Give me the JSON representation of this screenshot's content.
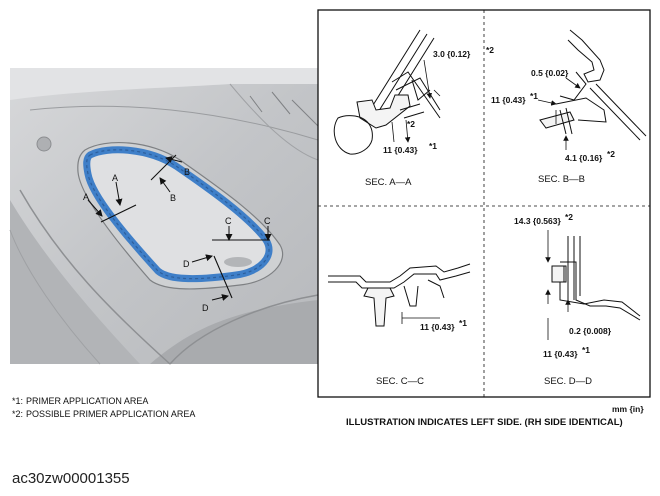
{
  "photo": {
    "labels": {
      "a1": "A",
      "a2": "A",
      "b1": "B",
      "b2": "B",
      "c1": "C",
      "c2": "C",
      "d1": "D",
      "d2": "D"
    }
  },
  "sections": {
    "aa": {
      "title": "SEC. A—A",
      "dim_top": "3.0 {0.12}",
      "dim_top_sup": "*2",
      "dim_mid": "*2",
      "dim_bottom": "11 {0.43}",
      "dim_bottom_sup": "*1"
    },
    "bb": {
      "title": "SEC. B—B",
      "dim_top": "0.5 {0.02}",
      "dim_left": "11 {0.43}",
      "dim_left_sup": "*1",
      "dim_bottom": "4.1 {0.16}",
      "dim_bottom_sup": "*2"
    },
    "cc": {
      "title": "SEC. C—C",
      "dim": "11 {0.43}",
      "dim_sup": "*1"
    },
    "dd": {
      "title": "SEC. D—D",
      "dim_top": "14.3 {0.563}",
      "dim_top_sup": "*2",
      "dim_mid": "0.2 {0.008}",
      "dim_bottom": "11 {0.43}",
      "dim_bottom_sup": "*1"
    }
  },
  "legend": {
    "item1_mark": "*1:",
    "item1_text": "PRIMER APPLICATION AREA",
    "item2_mark": "*2:",
    "item2_text": "POSSIBLE PRIMER APPLICATION AREA"
  },
  "units": "mm {in}",
  "note": "ILLUSTRATION INDICATES LEFT SIDE. (RH SIDE IDENTICAL)",
  "doc_id": "ac30zw00001355",
  "colors": {
    "primer": "#3f7fc8",
    "panel": "#c9cbcd"
  }
}
